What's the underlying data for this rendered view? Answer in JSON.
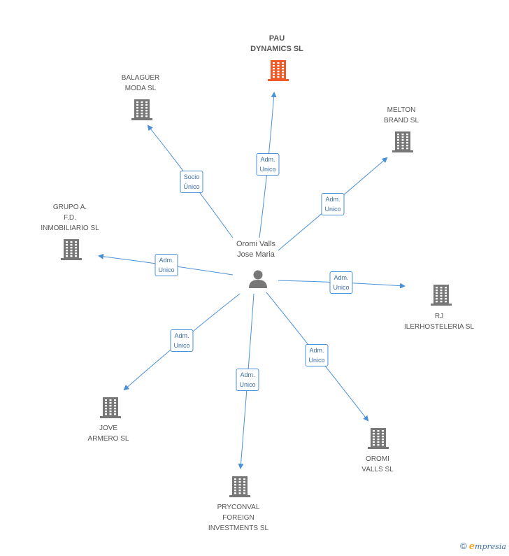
{
  "center": {
    "name_line1": "Oromi Valls",
    "name_line2": "Jose Maria"
  },
  "companies": [
    {
      "id": "pau",
      "lines": [
        "PAU",
        "DYNAMICS SL"
      ],
      "highlight": true,
      "role": [
        "Adm.",
        "Unico"
      ]
    },
    {
      "id": "balaguer",
      "lines": [
        "BALAGUER",
        "MODA SL"
      ],
      "highlight": false,
      "role": [
        "Socio",
        "Único"
      ]
    },
    {
      "id": "melton",
      "lines": [
        "MELTON",
        "BRAND SL"
      ],
      "highlight": false,
      "role": [
        "Adm.",
        "Unico"
      ]
    },
    {
      "id": "grupo",
      "lines": [
        "GRUPO A.",
        "F.D.",
        "INMOBILIARIO SL"
      ],
      "highlight": false,
      "role": [
        "Adm.",
        "Unico"
      ]
    },
    {
      "id": "rj",
      "lines": [
        "RJ",
        "ILERHOSTELERIA SL"
      ],
      "highlight": false,
      "role": [
        "Adm.",
        "Unico"
      ]
    },
    {
      "id": "jove",
      "lines": [
        "JOVE",
        "ARMERO SL"
      ],
      "highlight": false,
      "role": [
        "Adm.",
        "Unico"
      ]
    },
    {
      "id": "pryconval",
      "lines": [
        "PRYCONVAL",
        "FOREIGN",
        "INVESTMENTS SL"
      ],
      "highlight": false,
      "role": [
        "Adm.",
        "Unico"
      ]
    },
    {
      "id": "oromi",
      "lines": [
        "OROMI",
        "VALLS SL"
      ],
      "highlight": false,
      "role": [
        "Adm.",
        "Unico"
      ]
    }
  ],
  "colors": {
    "edge": "#4a90d9",
    "building": "#777777",
    "building_highlight": "#f05a28",
    "person": "#777777"
  },
  "footer": {
    "copyright": "©",
    "brand_initial": "e",
    "brand_rest": "mpresia"
  }
}
